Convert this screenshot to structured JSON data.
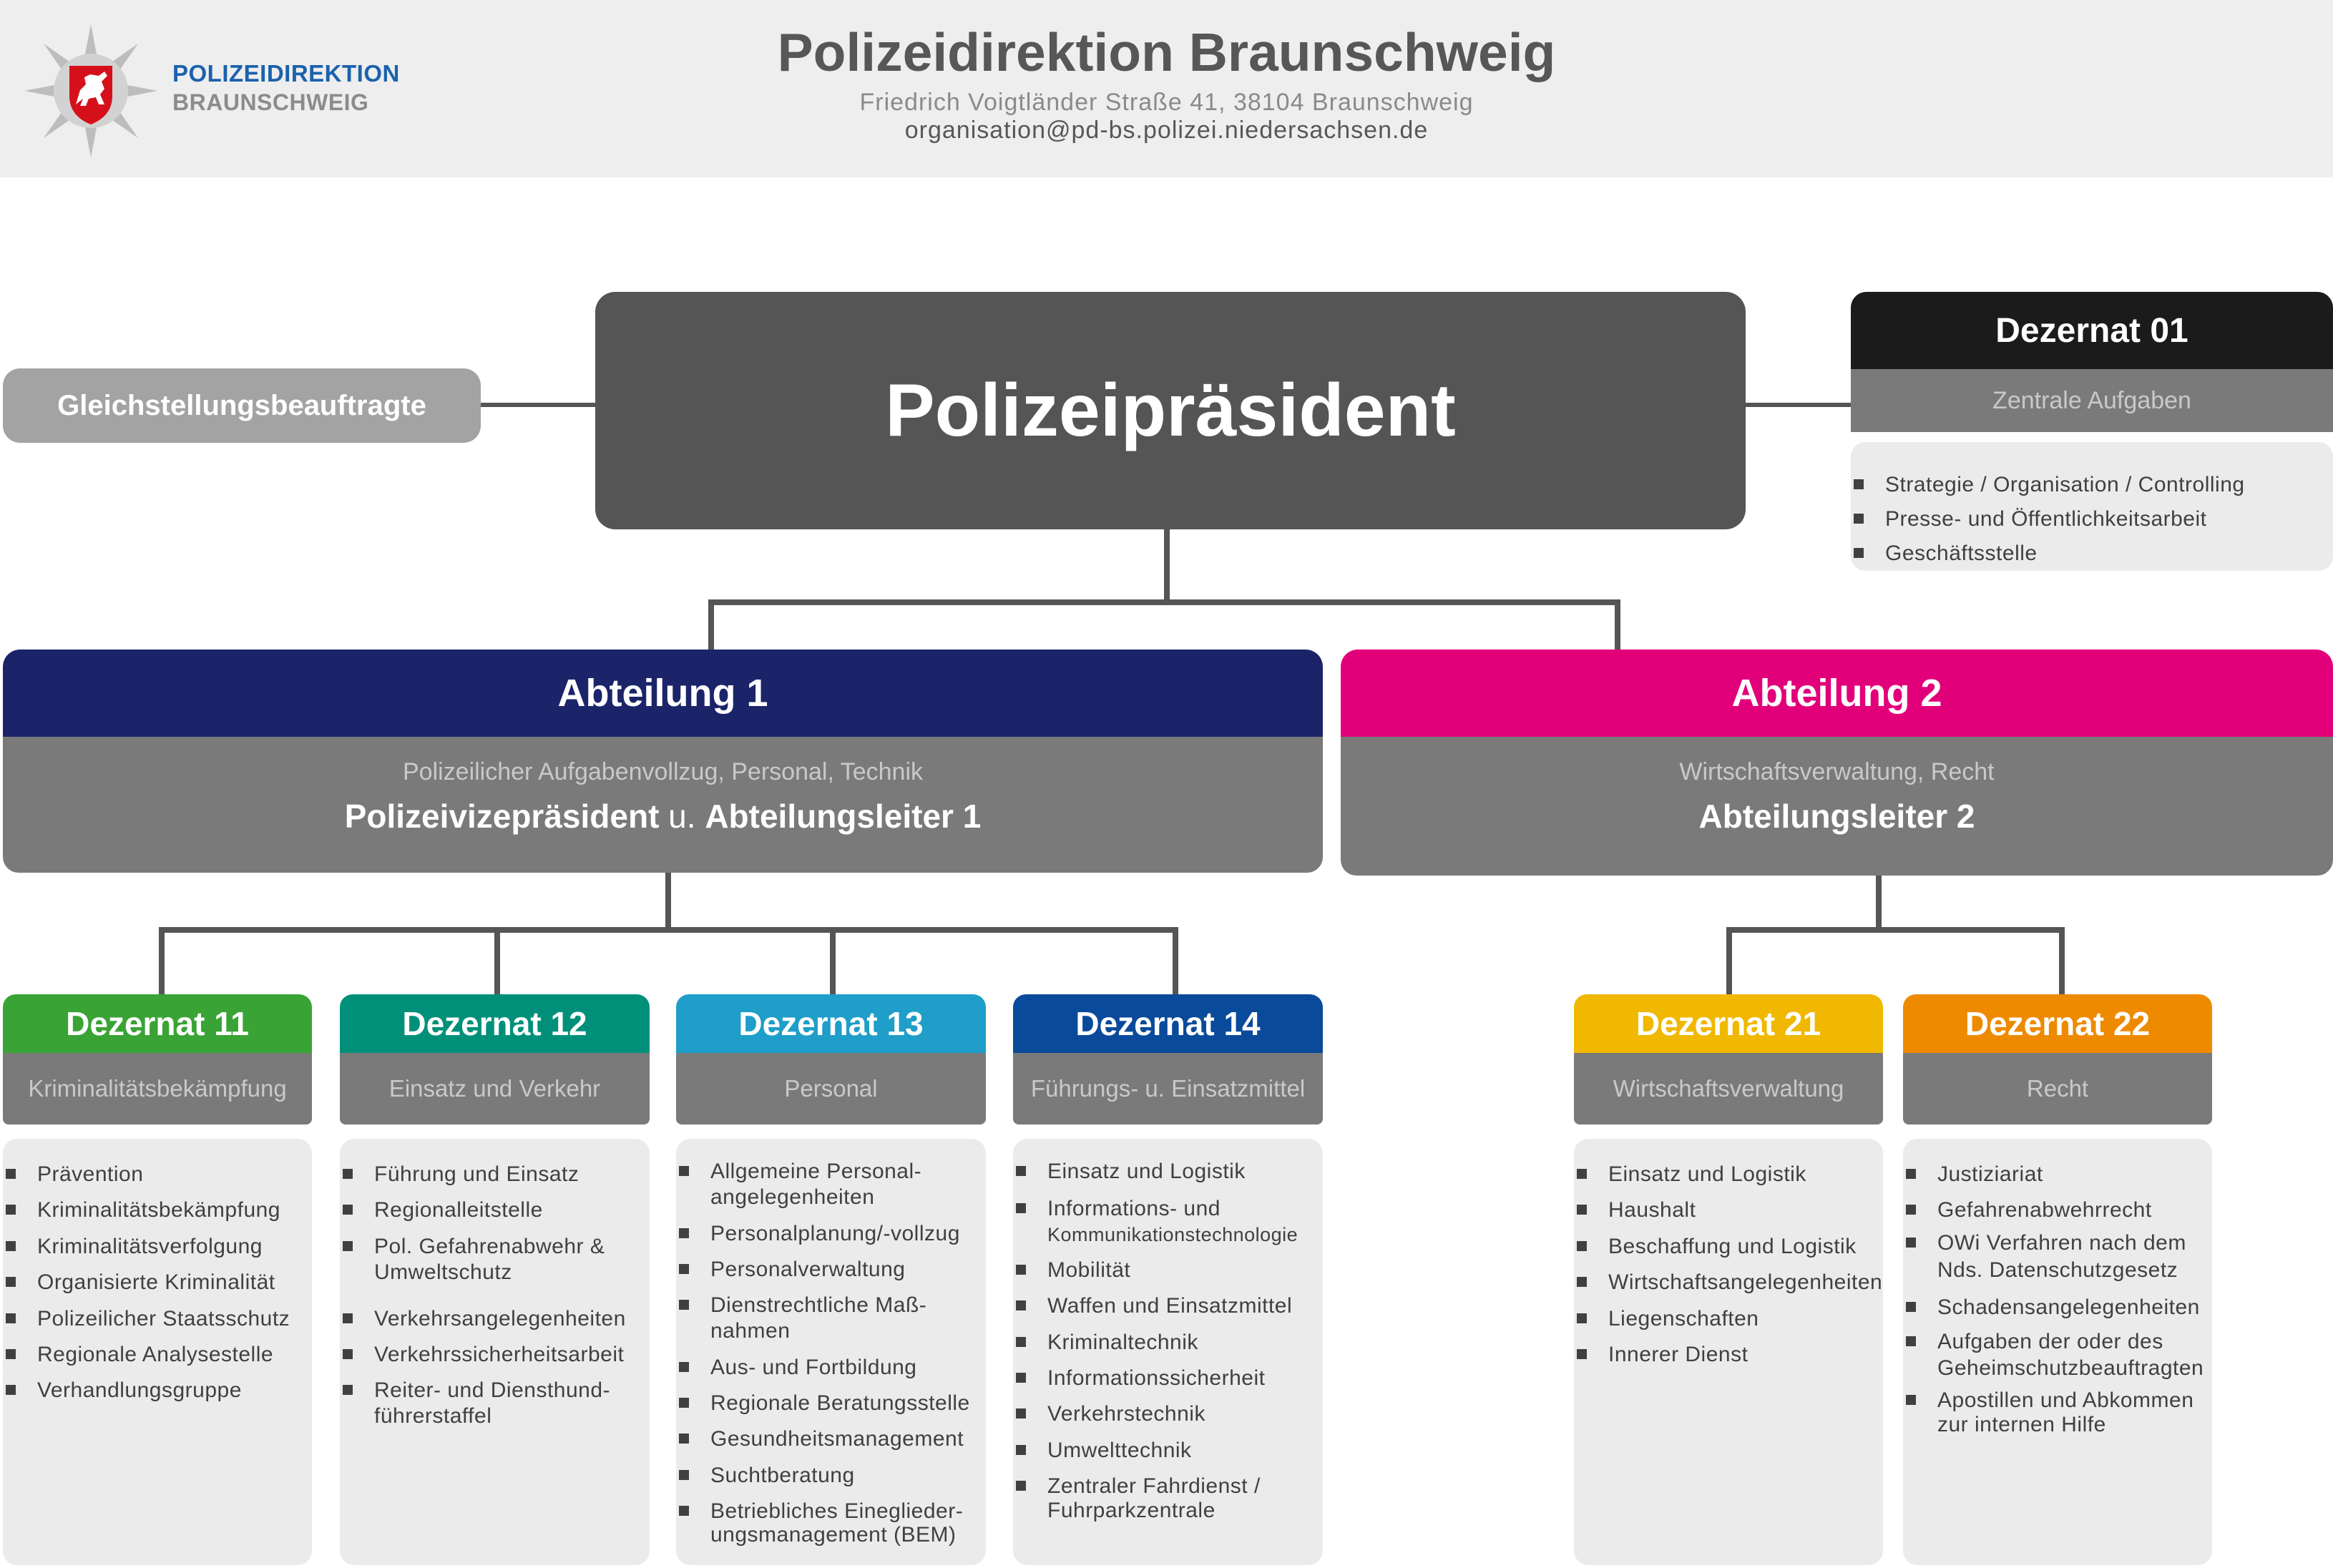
{
  "header": {
    "logo_line1": "POLIZEIDIREKTION",
    "logo_line2": "BRAUNSCHWEIG",
    "title": "Polizeidirektion Braunschweig",
    "address": "Friedrich Voigtländer Straße 41, 38104 Braunschweig",
    "email": "organisation@pd-bs.polizei.niedersachsen.de",
    "logo_icon": "police-star-lower-saxony-horse-icon"
  },
  "colors": {
    "president": "#555555",
    "abteilung1": "#1c2469",
    "abteilung2": "#e2007a",
    "dezernat01": "#1b1b1b",
    "dezernat11": "#3aa335",
    "dezernat12": "#00907a",
    "dezernat13": "#1e9ec8",
    "dezernat14": "#0a4a9b",
    "dezernat21": "#f0b800",
    "dezernat22": "#ee8a00"
  },
  "president": {
    "title": "Polizeipräsident"
  },
  "gleichstellung": {
    "label": "Gleichstellungsbeauftragte"
  },
  "dezernat01": {
    "title": "Dezernat 01",
    "subtitle": "Zentrale Aufgaben",
    "items": [
      "Strategie / Organisation / Controlling",
      "Presse- und Öffentlichkeitsarbeit",
      "Geschäftsstelle"
    ]
  },
  "abteilung1": {
    "title": "Abteilung 1",
    "subtitle": "Polizeilicher Aufgabenvollzug, Personal, Technik",
    "lead_a": "Polizeivizepräsident",
    "lead_conj": " u. ",
    "lead_b": "Abteilungsleiter 1"
  },
  "abteilung2": {
    "title": "Abteilung 2",
    "subtitle": "Wirtschaftsverwaltung, Recht",
    "lead": "Abteilungsleiter 2"
  },
  "dezernate": [
    {
      "title": "Dezernat 11",
      "subtitle": "Kriminalitätsbekämpfung",
      "items": [
        "Prävention",
        "Kriminalitätsbekämpfung",
        "Kriminalitätsverfolgung",
        "Organisierte Kriminalität",
        "Polizeilicher Staatsschutz",
        "Regionale Analysestelle",
        "Verhandlungsgruppe"
      ]
    },
    {
      "title": "Dezernat 12",
      "subtitle": "Einsatz und Verkehr",
      "items": [
        "Führung und Einsatz",
        "Regionalleitstelle",
        "Pol. Gefahrenabwehr &",
        "Umweltschutz",
        "Verkehrsangelegenheiten",
        "Verkehrssicherheitsarbeit",
        "Reiter- und Diensthund-",
        "führerstaffel"
      ]
    },
    {
      "title": "Dezernat 13",
      "subtitle": "Personal",
      "items": [
        "Allgemeine Personal-",
        "angelegenheiten",
        "Personalplanung/-vollzug",
        "Personalverwaltung",
        "Dienstrechtliche Maß-",
        "nahmen",
        "Aus- und Fortbildung",
        "Regionale Beratungsstelle",
        "Gesundheitsmanagement",
        "Suchtberatung",
        "Betriebliches Eineglieder-",
        "ungsmanagement (BEM)"
      ]
    },
    {
      "title": "Dezernat 14",
      "subtitle": "Führungs- u. Einsatzmittel",
      "items": [
        "Einsatz und Logistik",
        "Informations- und",
        "Kommunikationstechnologie",
        "Mobilität",
        "Waffen und Einsatzmittel",
        "Kriminaltechnik",
        "Informationssicherheit",
        "Verkehrstechnik",
        "Umwelttechnik",
        "Zentraler Fahrdienst /",
        "Fuhrparkzentrale"
      ]
    },
    {
      "title": "Dezernat 21",
      "subtitle": "Wirtschaftsverwaltung",
      "items": [
        "Einsatz und Logistik",
        "Haushalt",
        "Beschaffung und Logistik",
        "Wirtschaftsangelegenheiten",
        "Liegenschaften",
        "Innerer Dienst"
      ]
    },
    {
      "title": "Dezernat 22",
      "subtitle": "Recht",
      "items": [
        "Justiziariat",
        "Gefahrenabwehrrecht",
        "OWi Verfahren nach dem",
        "Nds. Datenschutzgesetz",
        "Schadensangelegenheiten",
        "Aufgaben der oder des",
        "Geheimschutzbeauftragten",
        "Apostillen und Abkommen",
        "zur internen Hilfe"
      ]
    }
  ]
}
